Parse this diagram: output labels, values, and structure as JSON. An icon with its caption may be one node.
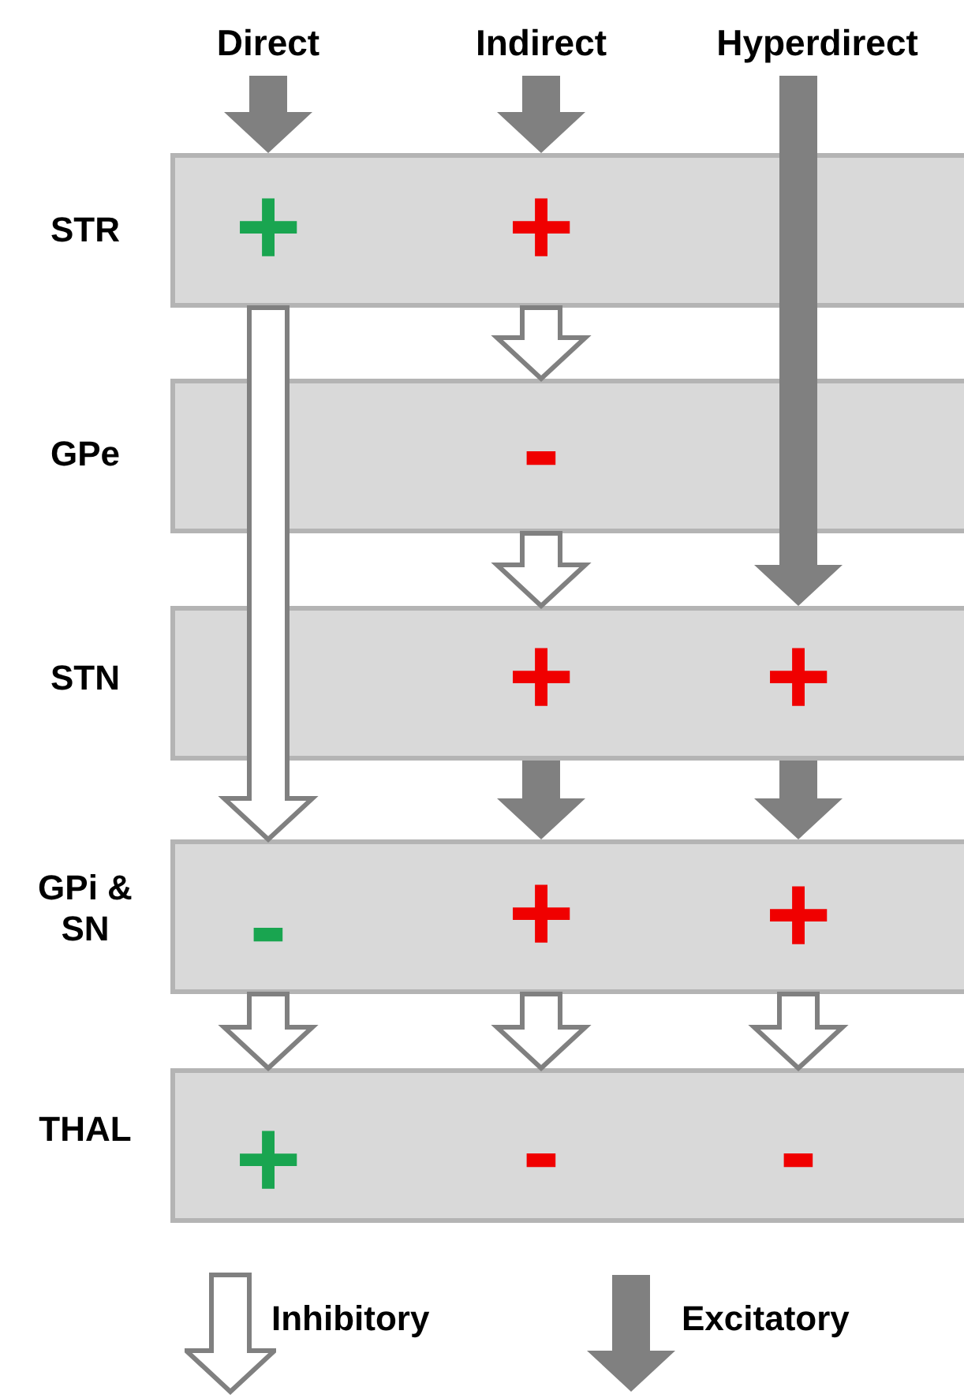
{
  "diagram": {
    "nodes": [
      {
        "text": [
          "Direct"
        ]
      },
      {
        "text": [
          "Indirect"
        ]
      },
      {
        "text": [
          "Hyperdirect"
        ]
      },
      {
        "text": [
          "STR"
        ]
      },
      {
        "text": [
          "+"
        ],
        "in": 3
      },
      {
        "text": [
          "+"
        ],
        "in": 3
      },
      {
        "text": [
          "GPe"
        ]
      },
      {
        "text": [
          "-"
        ],
        "in": 6
      },
      {
        "text": [
          "STN"
        ]
      },
      {
        "text": [
          "+"
        ],
        "in": 8
      },
      {
        "text": [
          "+"
        ],
        "in": 8
      },
      {
        "text": [
          "GPi & SN"
        ]
      },
      {
        "text": [
          "-"
        ],
        "in": 11
      },
      {
        "text": [
          "+"
        ],
        "in": 11
      },
      {
        "text": [
          "+"
        ],
        "in": 11
      },
      {
        "text": [
          "THAL"
        ]
      },
      {
        "text": [
          "+"
        ],
        "in": 15
      },
      {
        "text": [
          "-"
        ],
        "in": 15
      },
      {
        "text": [
          "-"
        ],
        "in": 15
      }
    ],
    "edges": [
      {
        "from": 0,
        "to": 3,
        "arrow": "to",
        "color": "#808080"
      },
      {
        "from": 1,
        "to": 3,
        "arrow": "to",
        "color": "#808080"
      },
      {
        "from": 2,
        "to": 8,
        "arrow": "to",
        "color": "#808080"
      },
      {
        "from": 3,
        "to": 11,
        "arrow": "to"
      },
      {
        "from": 3,
        "to": 6,
        "arrow": "to"
      },
      {
        "from": 6,
        "to": 8,
        "arrow": "to"
      },
      {
        "from": 8,
        "to": 11,
        "arrow": "to",
        "color": "#808080"
      },
      {
        "from": 8,
        "to": 11,
        "arrow": "to",
        "color": "#808080"
      },
      {
        "from": 11,
        "to": 15,
        "arrow": "to"
      },
      {
        "from": 11,
        "to": 15,
        "arrow": "to"
      },
      {
        "from": 11,
        "to": 15,
        "arrow": "to"
      }
    ],
    "legend": [
      {
        "text": "Inhibitory"
      },
      {
        "text": "Excitatory"
      }
    ]
  }
}
